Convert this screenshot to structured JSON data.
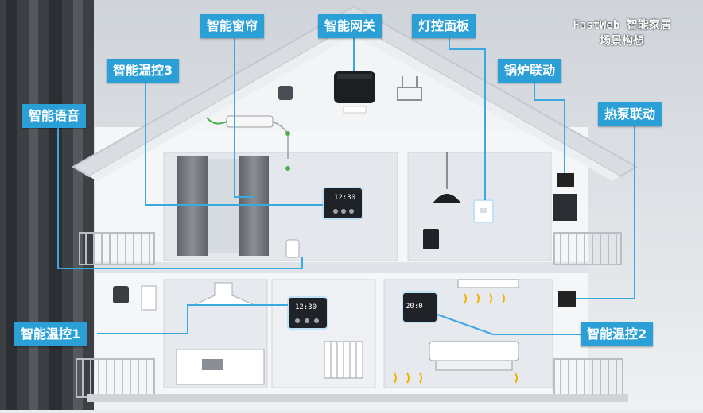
{
  "title_lines": [
    "FastWeb 智能家居",
    "场景构想"
  ],
  "labels": {
    "smart_curtain": "智能窗帘",
    "smart_gateway": "智能网关",
    "light_panel": "灯控面板",
    "smart_thermo_3": "智能温控3",
    "boiler_link": "锅炉联动",
    "smart_voice": "智能语音",
    "heat_pump_link": "热泵联动",
    "smart_thermo_1": "智能温控1",
    "smart_thermo_2": "智能温控2"
  },
  "devices": {
    "thermostat_3_time": "12:30",
    "thermostat_1_time": "12:30",
    "thermostat_2_time": "20:0"
  },
  "colors": {
    "label_bg": "#2aa0d6",
    "connector": "#3ba8e0",
    "wall": "#f4f6f8",
    "roof": "#d9dde2"
  }
}
